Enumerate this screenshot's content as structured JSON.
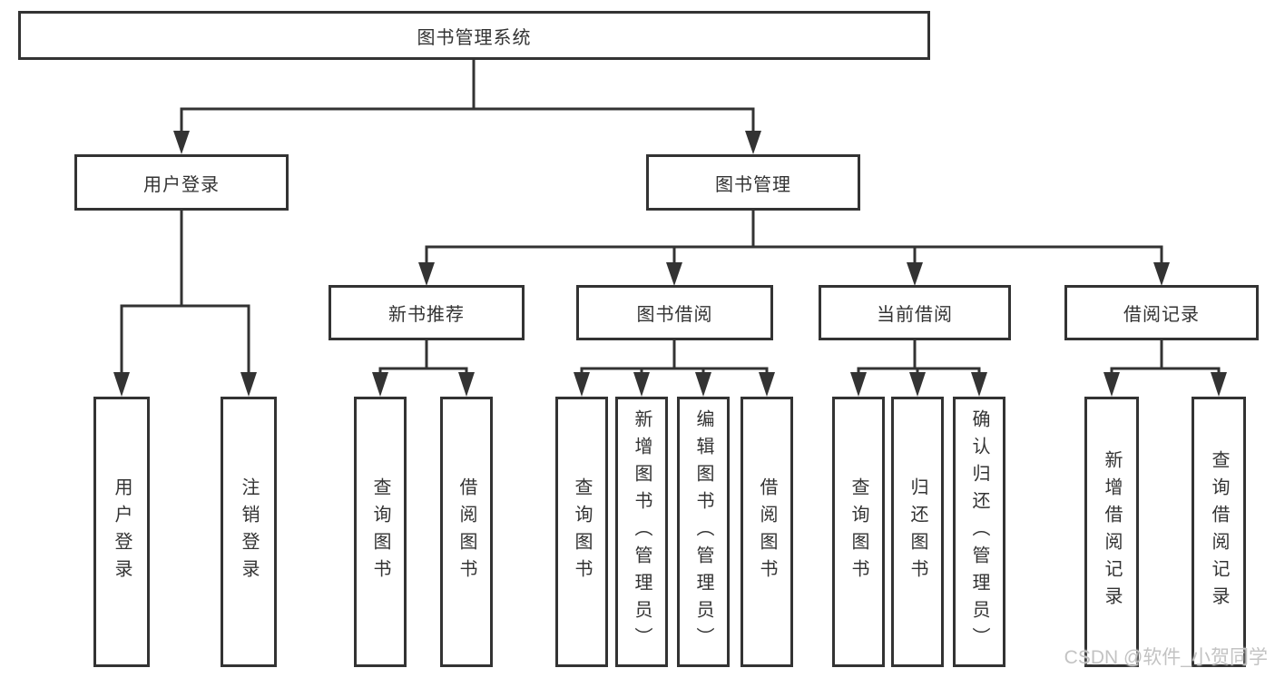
{
  "diagram": {
    "root": {
      "label": "图书管理系统"
    },
    "branches": [
      {
        "label": "用户登录",
        "children": [
          {
            "label": "用户登录"
          },
          {
            "label": "注销登录"
          }
        ]
      },
      {
        "label": "图书管理",
        "children": [
          {
            "label": "新书推荐",
            "children": [
              {
                "label": "查询图书"
              },
              {
                "label": "借阅图书"
              }
            ]
          },
          {
            "label": "图书借阅",
            "children": [
              {
                "label": "查询图书"
              },
              {
                "label": "新增图书（管理员）"
              },
              {
                "label": "编辑图书（管理员）"
              },
              {
                "label": "借阅图书"
              }
            ]
          },
          {
            "label": "当前借阅",
            "children": [
              {
                "label": "查询图书"
              },
              {
                "label": "归还图书"
              },
              {
                "label": "确认归还（管理员）"
              }
            ]
          },
          {
            "label": "借阅记录",
            "children": [
              {
                "label": "新增借阅记录"
              },
              {
                "label": "查询借阅记录"
              }
            ]
          }
        ]
      }
    ]
  },
  "watermark": {
    "text": "CSDN @软件_小贺同学"
  },
  "colors": {
    "line": "#333333",
    "text": "#333333",
    "box_fill": "#ffffff",
    "watermark": "#c3c3c3",
    "background": "#ffffff"
  }
}
